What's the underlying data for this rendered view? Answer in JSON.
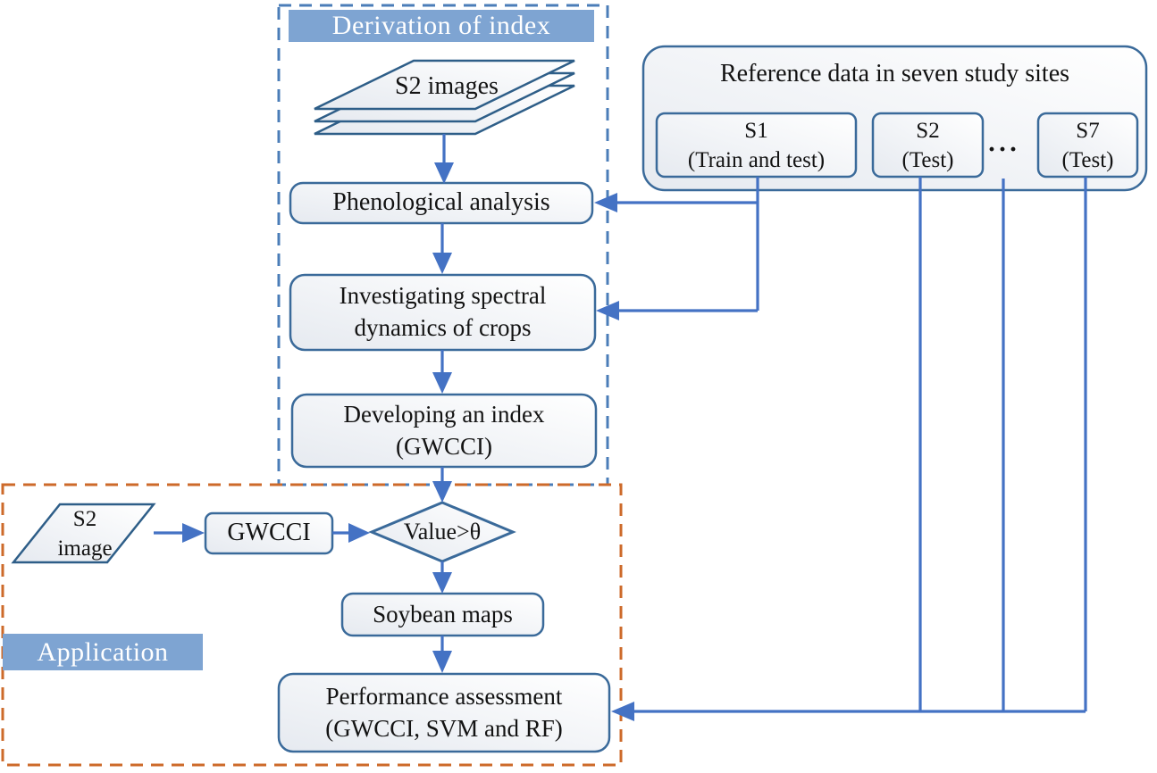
{
  "figure": {
    "type": "flowchart",
    "description": "Workflow for deriving and applying the GWCCI soybean mapping index"
  },
  "colors": {
    "node_border": "#3a6a9a",
    "stack_border": "#2e5e88",
    "arrow_blue": "#4472c4",
    "derivation_dash": "#4b7db8",
    "application_dash": "#cd6a2a",
    "banner_fill": "#7ea4d2",
    "banner_text": "#ffffff",
    "node_fill_top": "#ffffff",
    "node_fill_bottom": "#e6eaf0",
    "text": "#131313"
  },
  "derivation_section": {
    "label": "Derivation of index",
    "nodes": {
      "s2_images": "S2 images",
      "phenological": "Phenological analysis",
      "investigating_line1": "Investigating spectral",
      "investigating_line2": "dynamics of crops",
      "developing_line1": "Developing an index",
      "developing_line2": "(GWCCI)"
    }
  },
  "application_section": {
    "label": "Application",
    "nodes": {
      "s2_image_line1": "S2",
      "s2_image_line2": "image",
      "gwcci": "GWCCI",
      "decision": "Value>θ",
      "soybean": "Soybean maps",
      "performance_line1": "Performance assessment",
      "performance_line2": "(GWCCI, SVM and RF)"
    }
  },
  "reference_section": {
    "title": "Reference data in seven study sites",
    "sites": [
      {
        "name": "S1",
        "role": "(Train and test)"
      },
      {
        "name": "S2",
        "role": "(Test)"
      },
      {
        "name": "S7",
        "role": "(Test)"
      }
    ],
    "ellipsis": "···"
  }
}
